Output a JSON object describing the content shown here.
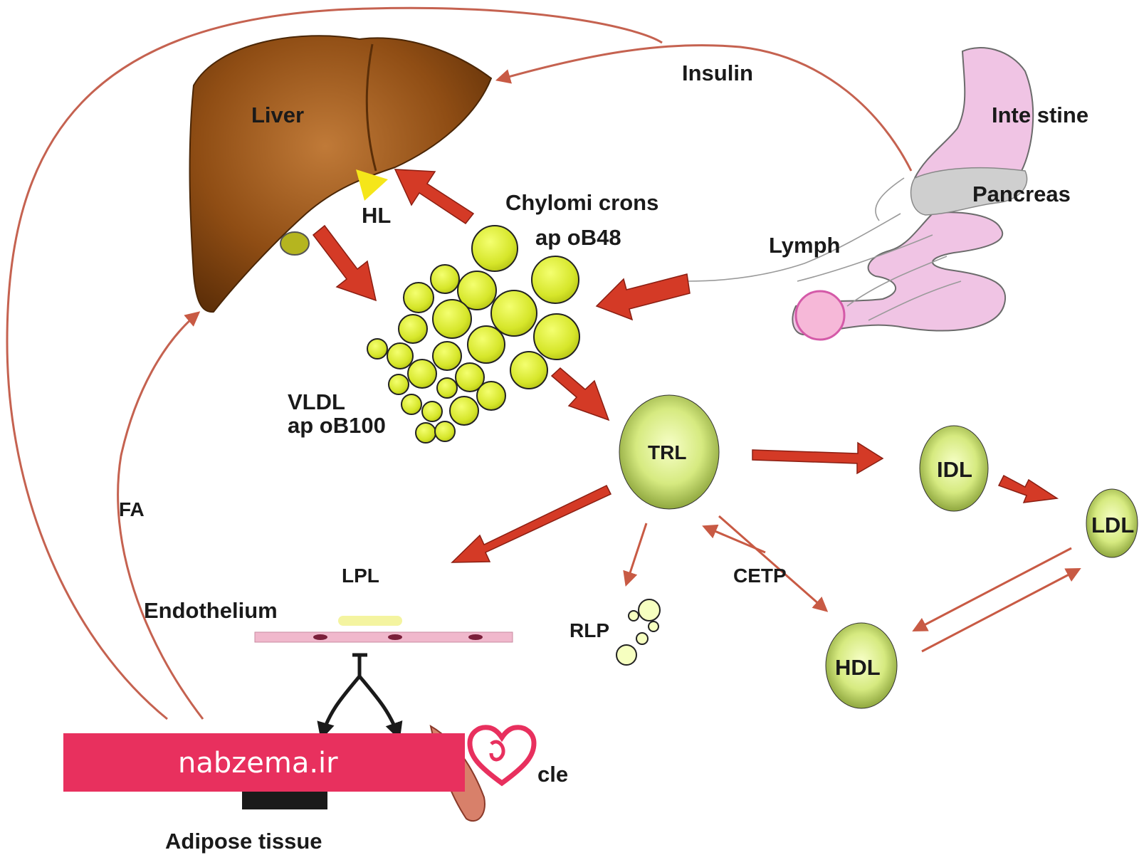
{
  "labels": {
    "insulin": "Insulin",
    "liver": "Liver",
    "hl": "HL",
    "chylomicrons": "Chylomi crons",
    "apob48": "ap oB48",
    "intestine": "Inte stine",
    "pancreas": "Pancreas",
    "lymph": "Lymph",
    "vldl": "VLDL",
    "apob100": "ap oB100",
    "trl": "TRL",
    "idl": "IDL",
    "ldl": "LDL",
    "hdl": "HDL",
    "rlp": "RLP",
    "cetp": "CETP",
    "lpl": "LPL",
    "fa": "FA",
    "endothelium": "Endothelium",
    "muscle_partial": "cle",
    "adipose": "Adipose tissue"
  },
  "watermark": {
    "text": "nabzema.ir"
  },
  "colors": {
    "liver": "#8a4a10",
    "lipoprotein": "#d8e830",
    "arrow": "#d43a26",
    "pathway_line": "#c56250",
    "intestine": "#f0c4e4",
    "pancreas": "#cfcfcf",
    "watermark_bg": "#e8305e"
  }
}
